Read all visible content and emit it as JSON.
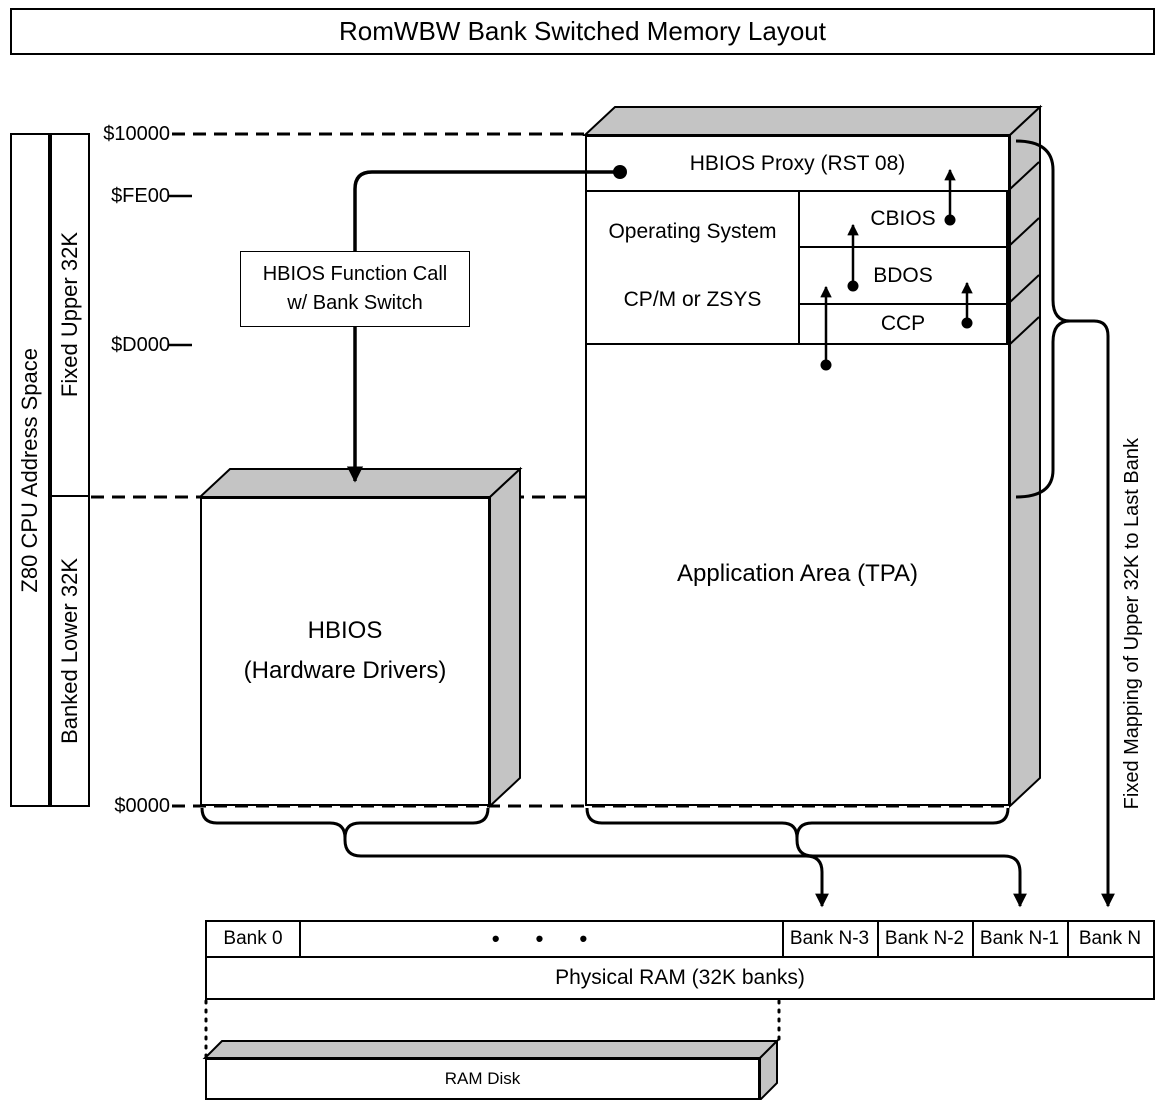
{
  "title": "RomWBW Bank Switched Memory Layout",
  "left_panel": {
    "address_space_label": "Z80 CPU Address Space",
    "upper_label": "Fixed Upper 32K",
    "lower_label": "Banked Lower 32K"
  },
  "addresses": {
    "top": "$10000",
    "fe00": "$FE00",
    "d000": "$D000",
    "zero": "$0000"
  },
  "memory_map": {
    "hbios_proxy": "HBIOS Proxy (RST 08)",
    "os_line1": "Operating System",
    "os_line2": "CP/M or ZSYS",
    "cbios": "CBIOS",
    "bdos": "BDOS",
    "ccp": "CCP",
    "tpa": "Application Area (TPA)",
    "hbios_line1": "HBIOS",
    "hbios_line2": "(Hardware Drivers)"
  },
  "annotations": {
    "call_line1": "HBIOS Function Call",
    "call_line2": "w/ Bank Switch",
    "fixed_mapping": "Fixed Mapping of Upper 32K to Last Bank"
  },
  "ram": {
    "banks": [
      "Bank 0",
      "•  •  •",
      "Bank N-3",
      "Bank N-2",
      "Bank N-1",
      "Bank N"
    ],
    "physical_label": "Physical RAM (32K banks)",
    "ramdisk_label": "RAM Disk"
  },
  "colors": {
    "line": "#000000",
    "shade": "#c4c4c4",
    "background": "#ffffff"
  }
}
